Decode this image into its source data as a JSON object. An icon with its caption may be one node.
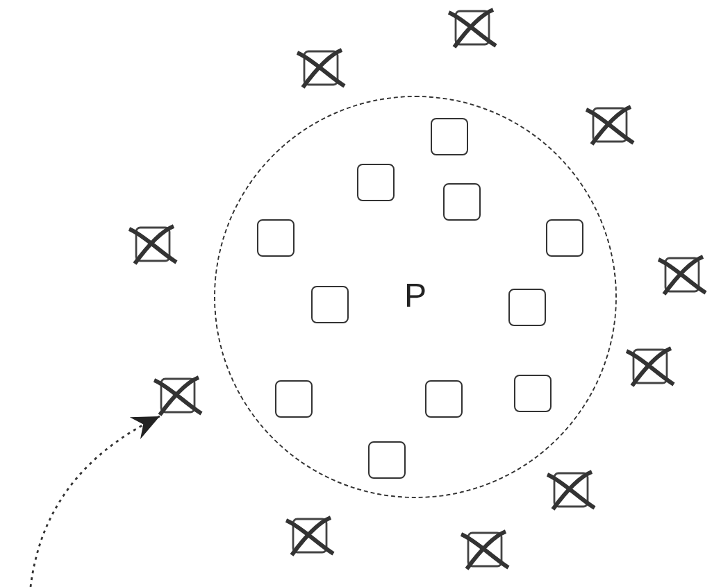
{
  "diagram": {
    "nodes": [
      {
        "text": [
          "P"
        ]
      },
      {
        "text": [],
        "shape": "box",
        "in": 0
      },
      {
        "text": [],
        "shape": "box",
        "in": 0
      },
      {
        "text": [],
        "shape": "box",
        "in": 0
      },
      {
        "text": [],
        "shape": "box",
        "in": 0
      },
      {
        "text": [],
        "shape": "box",
        "in": 0
      },
      {
        "text": [],
        "shape": "box",
        "in": 0
      },
      {
        "text": [],
        "shape": "box",
        "in": 0
      },
      {
        "text": [],
        "shape": "box",
        "in": 0
      },
      {
        "text": [],
        "shape": "box",
        "in": 0
      },
      {
        "text": [],
        "shape": "box",
        "in": 0
      },
      {
        "text": [],
        "shape": "box",
        "in": 0
      },
      {
        "text": [],
        "shape": "box"
      },
      {
        "text": [],
        "shape": "box"
      },
      {
        "text": [],
        "shape": "box"
      },
      {
        "text": [],
        "shape": "box"
      },
      {
        "text": [],
        "shape": "box"
      },
      {
        "text": [],
        "shape": "box"
      },
      {
        "text": [],
        "shape": "box"
      },
      {
        "text": [],
        "shape": "box"
      },
      {
        "text": [],
        "shape": "box"
      },
      {
        "text": [],
        "shape": "box"
      }
    ],
    "edges": [
      {
        "from": null,
        "to": 18,
        "arrow": "to",
        "style": "dashed"
      }
    ]
  }
}
